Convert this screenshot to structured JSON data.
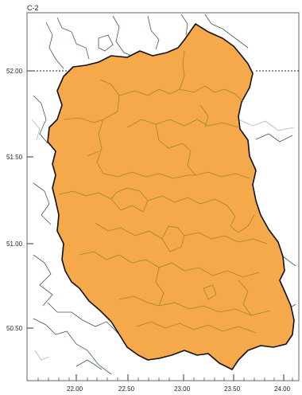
{
  "map": {
    "corner_label": "C-2",
    "lat_labels": [
      "52.00",
      "51.50",
      "51.00",
      "50.50"
    ],
    "lon_labels": [
      "22.00",
      "22.50",
      "23.00",
      "23.50",
      "24.00"
    ],
    "colors": {
      "region_fill": "#F5A94A",
      "region_border": "#111111",
      "subdivision_line": "#9c8a1d",
      "outer_boundary_line": "#3f5f44",
      "river_line": "#aab8bf",
      "frame": "#666666"
    }
  }
}
